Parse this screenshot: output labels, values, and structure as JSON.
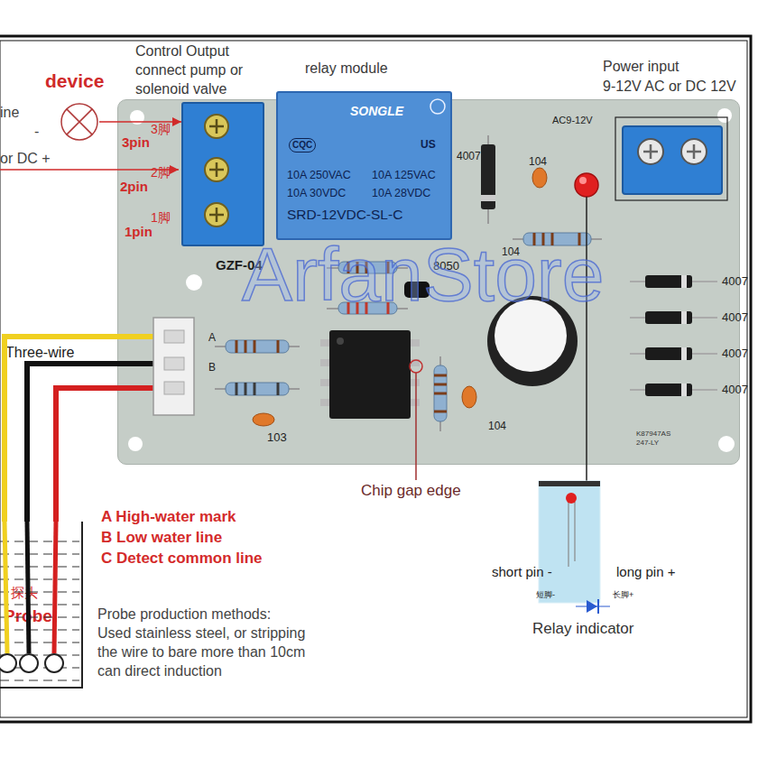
{
  "diagram": {
    "nodes": [
      {
        "text": [
          "device"
        ]
      },
      {
        "text": [
          "GZF-04"
        ]
      },
      {
        "text": [
          "3脚",
          "2脚",
          "1脚"
        ],
        "in": 1
      },
      {
        "text": [
          "SONGLE",
          "CQC",
          "US",
          "10A 250VAC",
          "10A 125VAC",
          "10A 30VDC",
          "10A 28VDC",
          "SRD-12VDC-SL-C"
        ],
        "in": 1
      },
      {
        "text": [
          "探头",
          "Probe"
        ]
      }
    ],
    "edges": [
      {
        "from": 0,
        "to": 2,
        "arrow": "to"
      },
      {
        "from": 1,
        "to": 4,
        "arrow": "none"
      },
      {
        "from": 1,
        "to": 4,
        "arrow": "none"
      },
      {
        "from": 1,
        "to": 4,
        "arrow": "none"
      }
    ],
    "labels": [
      "Control Output connect pump or solenoid valve",
      "relay module",
      "Power input",
      "9-12V AC or DC 12V",
      "ine",
      "-",
      "3pin",
      "or DC +",
      "2pin",
      "1pin",
      "AC9-12V",
      "4007",
      "104",
      "104",
      "8050",
      "ArfanStore",
      "4007",
      "A",
      "Three-wire",
      "4007",
      "B",
      "4007",
      "4007",
      "103",
      "104",
      "K87947AS 247-LY",
      "Chip gap edge",
      "A High-water mark",
      "B Low water line",
      "C Detect common line",
      "short pin -",
      "long pin +",
      "短脚-",
      "长脚+",
      "Probe production methods:",
      "Used stainless steel, or stripping the wire to bare more than 10cm can direct induction",
      "Relay indicator"
    ]
  }
}
